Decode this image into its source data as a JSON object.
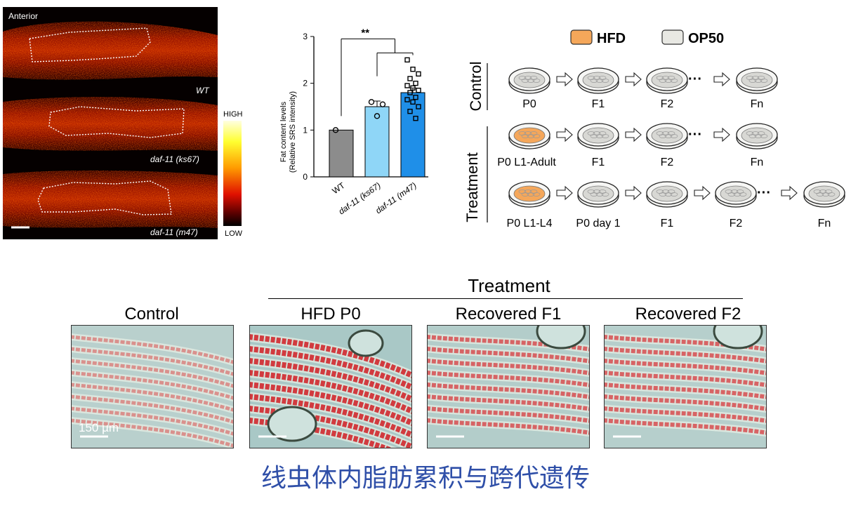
{
  "srs_image": {
    "orientation_label": "Anterior",
    "worm_labels": [
      "WT",
      "daf-11 (ks67)",
      "daf-11 (m47)"
    ],
    "colorbar_high": "HIGH",
    "colorbar_low": "LOW",
    "colorbar_colors": [
      "#ffffe0",
      "#ffff30",
      "#ff9a00",
      "#e01000",
      "#5a0000",
      "#000000"
    ]
  },
  "chart_data": {
    "type": "bar",
    "categories": [
      "WT",
      "daf-11 (ks67)",
      "daf-11 (m47)"
    ],
    "values": [
      1.0,
      1.5,
      1.8
    ],
    "errors": [
      0.0,
      0.12,
      0.1
    ],
    "points": [
      [
        1.0
      ],
      [
        1.6,
        1.3,
        1.55
      ],
      [
        2.5,
        2.3,
        2.2,
        2.1,
        2.0,
        1.95,
        1.9,
        1.85,
        1.8,
        1.7,
        1.65,
        1.6,
        1.5,
        1.4,
        1.25
      ]
    ],
    "colors": [
      "#8c8c8c",
      "#8fd6f7",
      "#1f8fe8"
    ],
    "ylabel_line1": "Fat content levels",
    "ylabel_line2": "(Relative SRS intensity)",
    "ylim": [
      0,
      3
    ],
    "yticks": [
      0,
      1,
      2,
      3
    ],
    "significance": "**"
  },
  "scheme": {
    "legend": [
      {
        "label": "HFD",
        "color": "#f5a75a"
      },
      {
        "label": "OP50",
        "color": "#e8e8e3"
      }
    ],
    "group_control": "Control",
    "group_treatment": "Treatment",
    "row_control": [
      "P0",
      "F1",
      "F2",
      "Fn"
    ],
    "row_treat1": [
      "P0 L1-Adult",
      "F1",
      "F2",
      "Fn"
    ],
    "row_treat2": [
      "P0 L1-L4",
      "P0 day 1",
      "F1",
      "F2",
      "Fn"
    ],
    "ellipsis": "···"
  },
  "photos": {
    "treatment_header": "Treatment",
    "panels": [
      "Control",
      "HFD P0",
      "Recovered F1",
      "Recovered F2"
    ],
    "scale_label": "150 µm"
  },
  "caption": "线虫体内脂肪累积与跨代遗传"
}
